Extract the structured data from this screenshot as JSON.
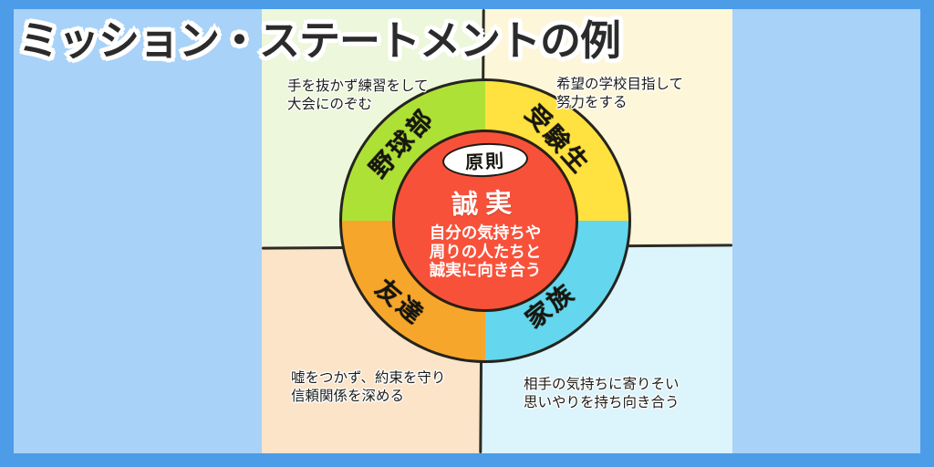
{
  "slide": {
    "title": "ミッション・ステートメントの例",
    "frame_color": "#4c9ce8",
    "background_color": "#a8d2f8"
  },
  "diagram": {
    "type": "mission-statement-wheel",
    "center": {
      "badge": "原則",
      "value": "誠実",
      "description_lines": [
        "自分の気持ちや",
        "周りの人たちと",
        "誠実に向き合う"
      ],
      "color": "#f8513a"
    },
    "quadrants": [
      {
        "position": "top-left",
        "label": "野球部",
        "color": "#aee136",
        "background_color": "#ecf7db",
        "note_lines": [
          "手を抜かず練習をして",
          "大会にのぞむ"
        ]
      },
      {
        "position": "top-right",
        "label": "受験生",
        "color": "#ffe13f",
        "background_color": "#fdf6d9",
        "note_lines": [
          "希望の学校目指して",
          "努力をする"
        ]
      },
      {
        "position": "bottom-left",
        "label": "友達",
        "color": "#f7a62c",
        "background_color": "#fbe4c8",
        "note_lines": [
          "嘘をつかず、約束を守り",
          "信頼関係を深める"
        ]
      },
      {
        "position": "bottom-right",
        "label": "家族",
        "color": "#64d7ee",
        "background_color": "#dcf4fb",
        "note_lines": [
          "相手の気持ちに寄りそい",
          "思いやりを持ち向き合う"
        ]
      }
    ]
  }
}
